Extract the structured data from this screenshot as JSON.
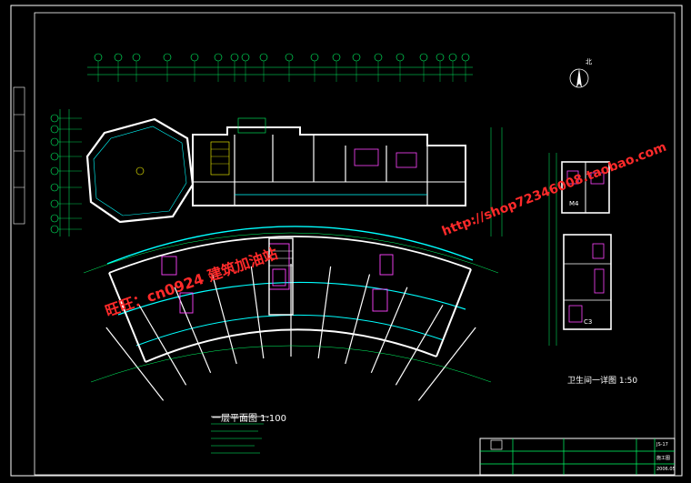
{
  "watermarks": {
    "w1": "旺旺：cn0924 建筑加油站",
    "w2": "http://shop72346008.taobao.com"
  },
  "labels": {
    "plan_title": "一层平面图 1:100",
    "detail_title": "卫生间一详图 1:50",
    "north": "北",
    "detail_tags": [
      "M4",
      "C3"
    ]
  },
  "title_block": {
    "sheet_no": "JS-17",
    "date": "2006.05",
    "phase": "施工图"
  },
  "colors": {
    "background": "#000000",
    "wall": "#ffffff",
    "grid": "#00ff66",
    "dim": "#00ffff",
    "fixture": "#ff44ff",
    "accent": "#ffff00",
    "watermark": "#ff2a2a"
  }
}
